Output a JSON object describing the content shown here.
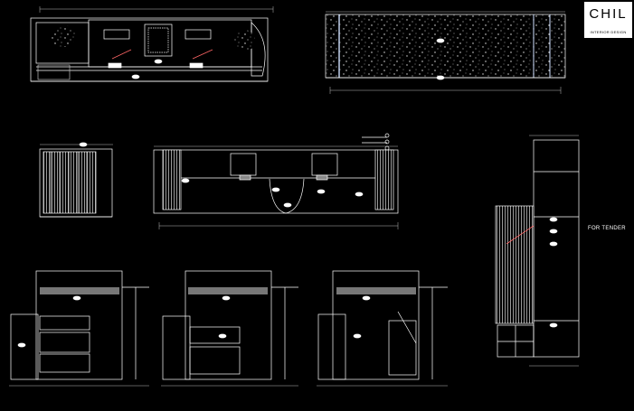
{
  "logo": {
    "mark": "CHIL",
    "subtitle": "INTERIOR DESIGN"
  },
  "drawing": {
    "stamp": "FOR TENDER"
  },
  "colors": {
    "background": "#000000",
    "line": "#ffffff",
    "dim": "#bbbbbb",
    "accent": "#cfe0ff"
  }
}
